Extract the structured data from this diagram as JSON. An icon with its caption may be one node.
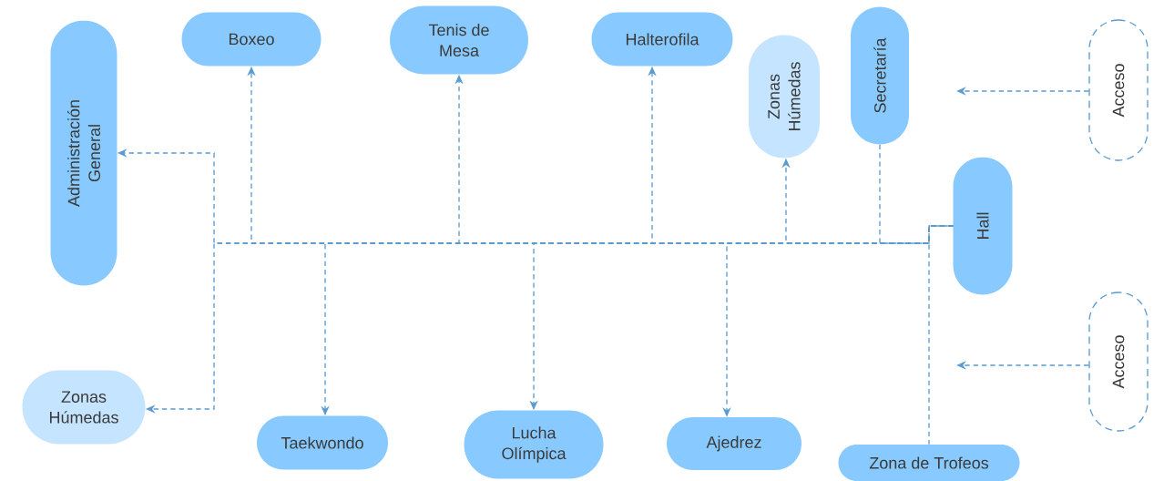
{
  "diagram": {
    "nodes": [
      {
        "text": [
          "Administración General"
        ]
      },
      {
        "text": [
          "Boxeo"
        ]
      },
      {
        "text": [
          "Tenis de Mesa"
        ]
      },
      {
        "text": [
          "Halterofila"
        ]
      },
      {
        "text": [
          "Zonas Húmedas"
        ]
      },
      {
        "text": [
          "Secretaría"
        ]
      },
      {
        "text": [
          "Acceso"
        ]
      },
      {
        "text": [
          "Hall"
        ]
      },
      {
        "text": [
          "Zonas Húmedas"
        ]
      },
      {
        "text": [
          "Taekwondo"
        ]
      },
      {
        "text": [
          "Lucha Olímpica"
        ]
      },
      {
        "text": [
          "Ajedrez"
        ]
      },
      {
        "text": [
          "Zona de Trofeos"
        ]
      },
      {
        "text": [
          "Acceso"
        ]
      }
    ],
    "edges": [
      {
        "from": 7,
        "to": 0,
        "arrow": "to"
      },
      {
        "from": 7,
        "to": 1,
        "arrow": "to"
      },
      {
        "from": 7,
        "to": 2,
        "arrow": "to"
      },
      {
        "from": 7,
        "to": 3,
        "arrow": "to"
      },
      {
        "from": 7,
        "to": 4,
        "arrow": "to"
      },
      {
        "from": 5,
        "to": 7,
        "arrow": "none"
      },
      {
        "from": 7,
        "to": 8,
        "arrow": "to"
      },
      {
        "from": 7,
        "to": 9,
        "arrow": "to"
      },
      {
        "from": 7,
        "to": 10,
        "arrow": "to"
      },
      {
        "from": 7,
        "to": 11,
        "arrow": "to"
      },
      {
        "from": 7,
        "to": 12,
        "arrow": "none"
      },
      {
        "from": 6,
        "to": null,
        "arrow": "to"
      },
      {
        "from": 13,
        "to": null,
        "arrow": "to"
      }
    ]
  }
}
